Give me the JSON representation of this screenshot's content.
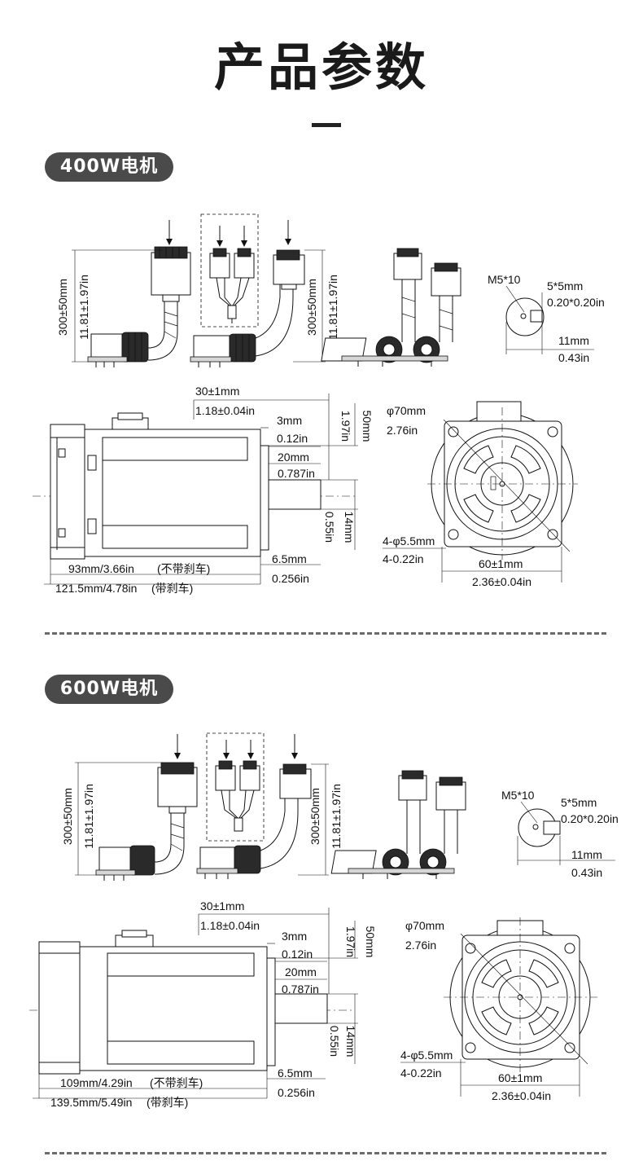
{
  "page_title": "产品参数",
  "sections": [
    {
      "badge": "400W电机",
      "cable": {
        "mm": "300±50mm",
        "in": "11.81±1.97in"
      },
      "shaft_end": {
        "thread": "M5*10",
        "key": "5*5mm",
        "key_in": "0.20*0.20in",
        "len_mm": "11mm",
        "len_in": "0.43in"
      },
      "side": {
        "d1_mm": "30±1mm",
        "d1_in": "1.18±0.04in",
        "d2_mm": "3mm",
        "d2_in": "0.12in",
        "d3_mm": "20mm",
        "d3_in": "0.787in",
        "d4_mm": "6.5mm",
        "d4_in": "0.256in",
        "h1_mm": "50mm",
        "h1_in": "1.97in",
        "h2_mm": "14mm",
        "h2_in": "0.55in",
        "len1": "93mm/3.66in",
        "len1_note": "(不带刹车)",
        "len2": "121.5mm/4.78in",
        "len2_note": "(带刹车)"
      },
      "front": {
        "circle_mm": "φ70mm",
        "circle_in": "2.76in",
        "holes_mm": "4-φ5.5mm",
        "holes_in": "4-0.22in",
        "flange_mm": "60±1mm",
        "flange_in": "2.36±0.04in"
      }
    },
    {
      "badge": "600W电机",
      "cable": {
        "mm": "300±50mm",
        "in": "11.81±1.97in"
      },
      "shaft_end": {
        "thread": "M5*10",
        "key": "5*5mm",
        "key_in": "0.20*0.20in",
        "len_mm": "11mm",
        "len_in": "0.43in"
      },
      "side": {
        "d1_mm": "30±1mm",
        "d1_in": "1.18±0.04in",
        "d2_mm": "3mm",
        "d2_in": "0.12in",
        "d3_mm": "20mm",
        "d3_in": "0.787in",
        "d4_mm": "6.5mm",
        "d4_in": "0.256in",
        "h1_mm": "50mm",
        "h1_in": "1.97in",
        "h2_mm": "14mm",
        "h2_in": "0.55in",
        "len1": "109mm/4.29in",
        "len1_note": "(不带刹车)",
        "len2": "139.5mm/5.49in",
        "len2_note": "(带刹车)"
      },
      "front": {
        "circle_mm": "φ70mm",
        "circle_in": "2.76in",
        "holes_mm": "4-φ5.5mm",
        "holes_in": "4-0.22in",
        "flange_mm": "60±1mm",
        "flange_in": "2.36±0.04in"
      }
    }
  ]
}
